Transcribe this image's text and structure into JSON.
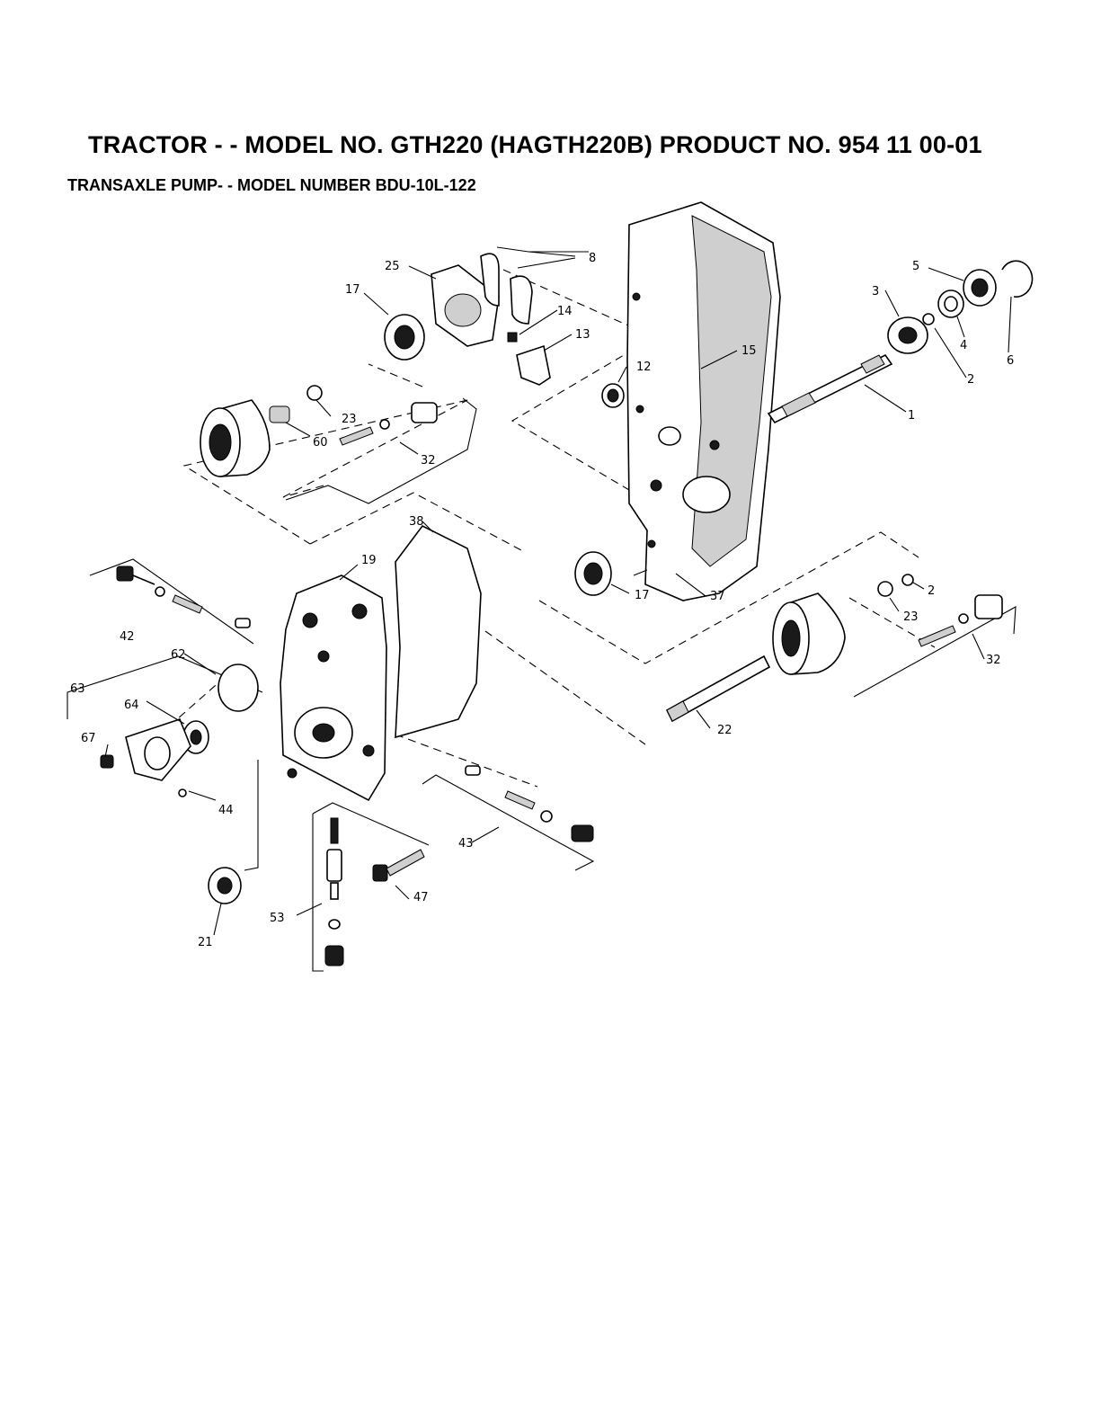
{
  "header": {
    "title": "TRACTOR - - MODEL NO. GTH220 (HAGTH220B) PRODUCT NO. 954 11 00-01",
    "subtitle": "TRANSAXLE PUMP- - MODEL NUMBER BDU-10L-122"
  },
  "callouts": {
    "c1": "1",
    "c2a": "2",
    "c2b": "2",
    "c3": "3",
    "c4": "4",
    "c5": "5",
    "c6": "6",
    "c8": "8",
    "c12": "12",
    "c13": "13",
    "c14": "14",
    "c15": "15",
    "c17a": "17",
    "c17b": "17",
    "c19": "19",
    "c21": "21",
    "c22": "22",
    "c23a": "23",
    "c23b": "23",
    "c25": "25",
    "c32a": "32",
    "c32b": "32",
    "c37": "37",
    "c38": "38",
    "c42": "42",
    "c43": "43",
    "c44": "44",
    "c47": "47",
    "c53": "53",
    "c60": "60",
    "c62": "62",
    "c63": "63",
    "c64": "64",
    "c67": "67"
  }
}
